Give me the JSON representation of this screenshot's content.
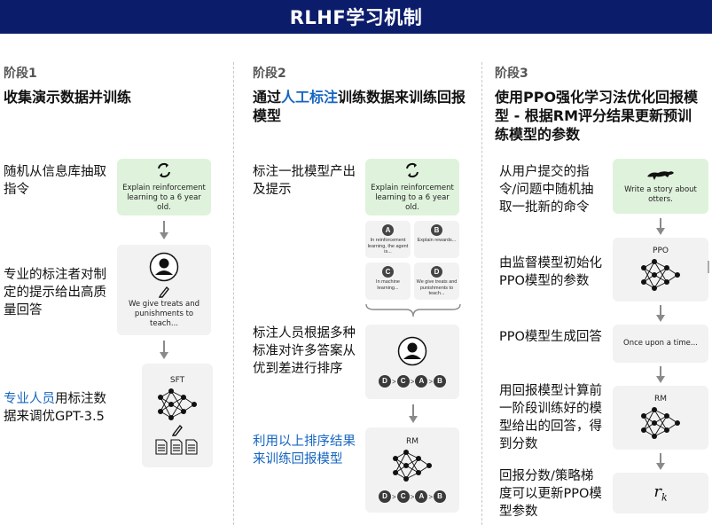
{
  "header": {
    "title": "RLHF学习机制"
  },
  "stage1": {
    "label": "阶段1",
    "title": "收集演示数据并训练",
    "step1": "随机从信息库抽取指令",
    "step2": "专业的标注者对制定的提示给出高质量回答",
    "step3_highlight": "专业人员",
    "step3_rest": "用标注数据来调优GPT-3.5",
    "prompt_box": "Explain reinforcement learning to a 6 year old.",
    "answer_box": "We give treats and punishments to teach...",
    "model_label": "SFT"
  },
  "stage2": {
    "label": "阶段2",
    "title_prefix": "通过",
    "title_highlight": "人工标注",
    "title_suffix": "训练数据来训练回报模型",
    "step1": "标注一批模型产出及提示",
    "step2": "标注人员根据多种标准对许多答案从优到差进行排序",
    "step3": "利用以上排序结果来训练回报模型",
    "prompt_box": "Explain reinforcement learning to a 6 year old.",
    "options": [
      {
        "badge": "A",
        "text": "In reinforcement learning, the agent is..."
      },
      {
        "badge": "B",
        "text": "Explain rewards..."
      },
      {
        "badge": "C",
        "text": "In machine learning..."
      },
      {
        "badge": "D",
        "text": "We give treats and punishments to teach..."
      }
    ],
    "ranking": [
      "D",
      "C",
      "A",
      "B"
    ],
    "rank_separator": ">",
    "model_label": "RM"
  },
  "stage3": {
    "label": "阶段3",
    "title": "使用PPO强化学习法优化回报模型 - 根据RM评分结果更新预训练模型的参数",
    "step1": "从用户提交的指令/问题中随机抽取一批新的命令",
    "step2": "由监督模型初始化PPO模型的参数",
    "step3": "PPO模型生成回答",
    "step4": "用回报模型计算前一阶段训练好的模型给出的回答，得到分数",
    "step5": "回报分数/策略梯度可以更新PPO模型参数",
    "prompt_box": "Write a story about otters.",
    "ppo_label": "PPO",
    "output_box": "Once upon a time...",
    "rm_label": "RM",
    "reward_symbol": "r",
    "reward_sub": "k"
  },
  "colors": {
    "header_bg": "#0b1c6b",
    "highlight": "#1565c0",
    "prompt_green": "#dff3dc",
    "box_grey": "#f2f2f2"
  }
}
